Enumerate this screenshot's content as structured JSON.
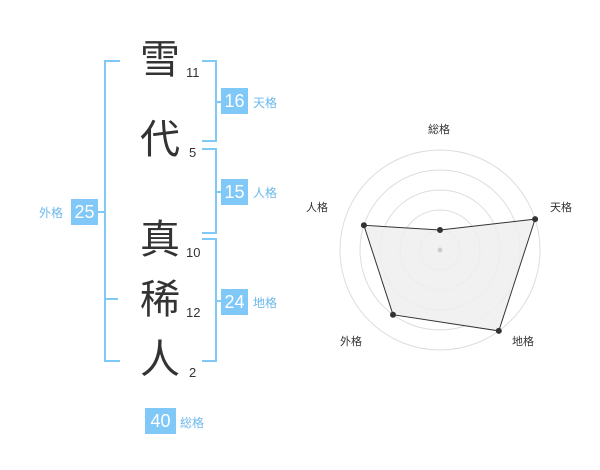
{
  "colors": {
    "accent": "#7FC8F8",
    "accent_text": "#6BB8EC",
    "text": "#333333",
    "radar_fill": "#EEEEEE",
    "radar_grid": "#DDDDDD"
  },
  "name": {
    "characters": [
      {
        "char": "雪",
        "strokes": "11"
      },
      {
        "char": "代",
        "strokes": "5"
      },
      {
        "char": "真",
        "strokes": "10"
      },
      {
        "char": "稀",
        "strokes": "12"
      },
      {
        "char": "人",
        "strokes": "2"
      }
    ]
  },
  "fortunes": {
    "tenkaku": {
      "value": "16",
      "label": "天格"
    },
    "jinkaku": {
      "value": "15",
      "label": "人格"
    },
    "chikaku": {
      "value": "24",
      "label": "地格"
    },
    "gaikaku": {
      "value": "25",
      "label": "外格"
    },
    "soukaku": {
      "value": "40",
      "label": "総格"
    }
  },
  "radar": {
    "axes": [
      "総格",
      "天格",
      "地格",
      "外格",
      "人格"
    ],
    "levels": 5,
    "values": [
      1,
      5,
      5,
      4,
      4
    ]
  }
}
